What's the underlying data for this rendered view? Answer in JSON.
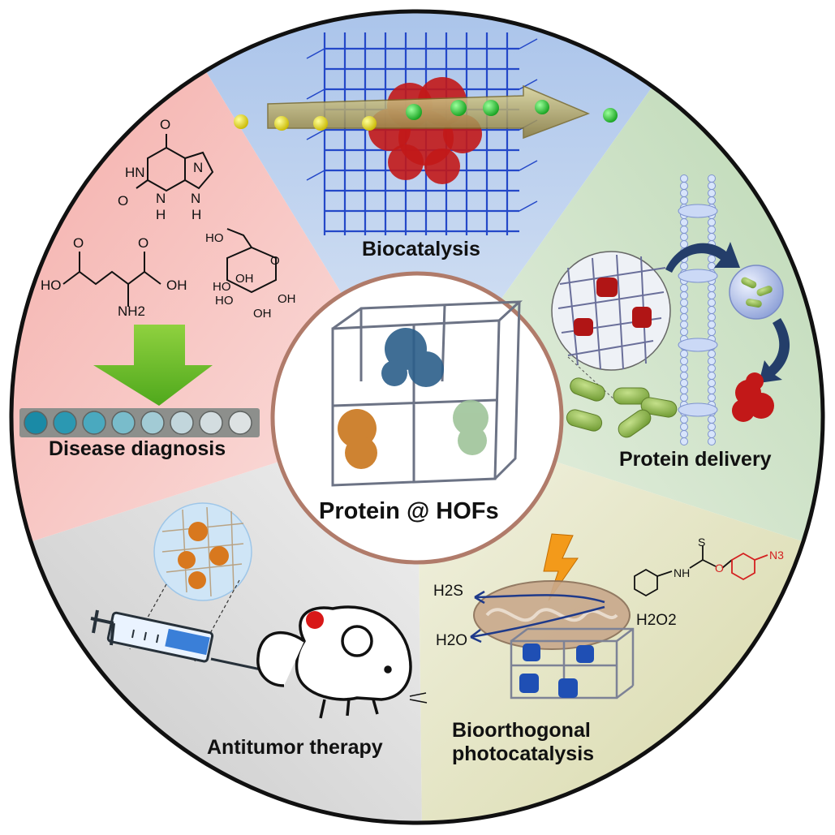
{
  "center": {
    "title": "Protein @ HOFs"
  },
  "segments": {
    "biocatalysis": "Biocatalysis",
    "protein_delivery": "Protein delivery",
    "bioorthogonal_line1": "Bioorthogonal",
    "bioorthogonal_line2": "photocatalysis",
    "antitumor": "Antitumor therapy",
    "disease_diagnosis": "Disease diagnosis"
  },
  "chemistry": {
    "hypoxanthine_atoms": [
      "O",
      "HN",
      "N",
      "O",
      "N",
      "H",
      "N",
      "H"
    ],
    "glutamate_atoms": [
      "O",
      "O",
      "HO",
      "OH",
      "NH2"
    ],
    "glucose_atoms": [
      "HO",
      "O",
      "HO",
      "OH",
      "HO",
      "OH",
      "OH"
    ],
    "h2s": "H2S",
    "h2o": "H2O",
    "h2o2": "H2O2",
    "probe_atoms": [
      "S",
      "NH",
      "O",
      "N3"
    ]
  },
  "colors": {
    "biocatalysis_bg": "#b9cdea",
    "delivery_bg": "#c9dcc3",
    "photocatalysis_bg": "#e2e2c0",
    "antitumor_bg": "#d9d9d9",
    "diagnosis_bg": "#f6c3c0",
    "ring": "#111111",
    "center_border": "#b07b6a",
    "arrow_green": "#6fbf2a",
    "protein_red": "#c21818",
    "protein_orange": "#c97a1e",
    "protein_blue": "#2a5fb8",
    "framework_blue": "#2448c8"
  }
}
